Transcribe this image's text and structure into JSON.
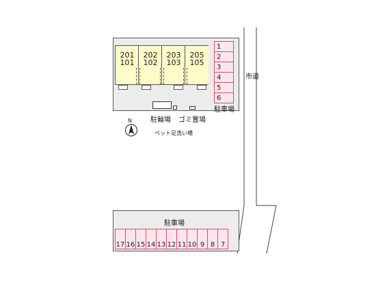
{
  "building_units": [
    {
      "upper": "201",
      "lower": "101"
    },
    {
      "upper": "202",
      "lower": "102"
    },
    {
      "upper": "203",
      "lower": "103"
    },
    {
      "upper": "205",
      "lower": "105"
    }
  ],
  "parking_north": {
    "label": "駐車場",
    "spaces": [
      "1",
      "2",
      "3",
      "4",
      "5",
      "6"
    ]
  },
  "parking_south": {
    "label": "駐車場",
    "spaces": [
      "17",
      "16",
      "15",
      "14",
      "13",
      "12",
      "11",
      "10",
      "9",
      "8",
      "7"
    ]
  },
  "labels": {
    "bicycle": "駐輪場",
    "garbage": "ゴミ置場",
    "pet": "ペット足洗い場",
    "road": "市道",
    "north": "N"
  },
  "colors": {
    "building": "#fdfbc8",
    "parking": "#fbe6ec",
    "parking_border": "#d94a6a",
    "site": "#ececec"
  }
}
